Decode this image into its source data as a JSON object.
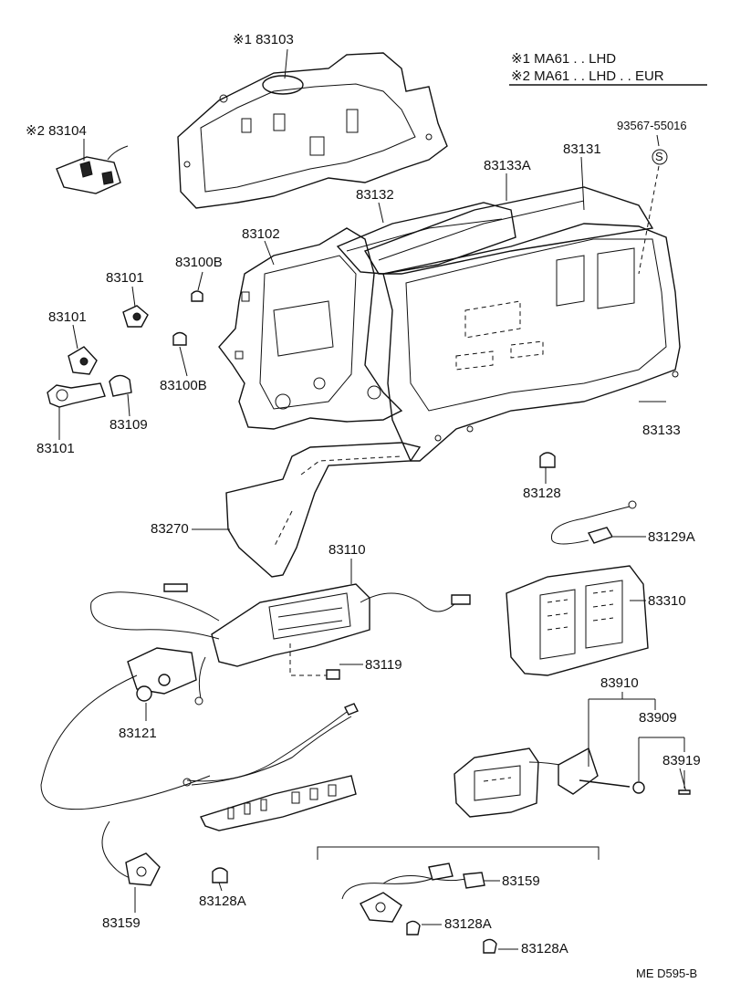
{
  "legend": {
    "line1": "※1 MA61 . . LHD",
    "line2": "※2 MA61 . . LHD . . EUR"
  },
  "labels": {
    "p83103": "※1 83103",
    "p83104": "※2 83104",
    "p93567": "93567-55016",
    "pS": "S",
    "p83131": "83131",
    "p83133A": "83133A",
    "p83132": "83132",
    "p83102": "83102",
    "p83100B_top": "83100B",
    "p83101_a": "83101",
    "p83101_b": "83101",
    "p83100B_bot": "83100B",
    "p83109": "83109",
    "p83101_c": "83101",
    "p83133": "83133",
    "p83128": "83128",
    "p83129A": "83129A",
    "p83270": "83270",
    "p83110": "83110",
    "p83310": "83310",
    "p83119": "83119",
    "p83121": "83121",
    "p83910": "83910",
    "p83909": "83909",
    "p83919": "83919",
    "p83159_a": "83159",
    "p83128A_a": "83128A",
    "p83159_b": "83159",
    "p83128A_b": "83128A",
    "p83128A_c": "83128A"
  },
  "footer": {
    "code": "ME  D595-B"
  }
}
